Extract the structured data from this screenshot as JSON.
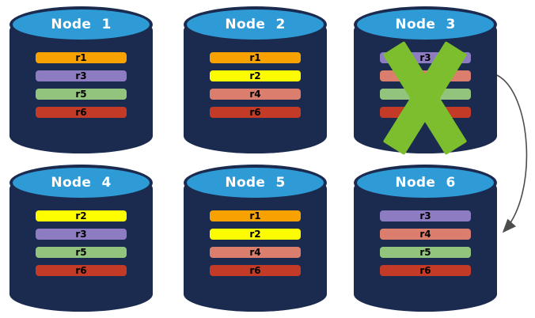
{
  "colors": {
    "background": "#ffffff",
    "cylinder_body": "#1b2a4f",
    "cylinder_top": "#2f9bd6",
    "node_title_text": "#ffffff",
    "replica_label_text": "#000000",
    "failure_x": "#7cbe2e",
    "arrow": "#4d4d4d"
  },
  "nodes": [
    {
      "title": "Node 1",
      "failed": false,
      "replicas": [
        {
          "label": "r1",
          "color": "#f8a202"
        },
        {
          "label": "r3",
          "color": "#8e7cc3"
        },
        {
          "label": "r5",
          "color": "#93c47d"
        },
        {
          "label": "r6",
          "color": "#c33b26"
        }
      ]
    },
    {
      "title": "Node 2",
      "failed": false,
      "replicas": [
        {
          "label": "r1",
          "color": "#f8a202"
        },
        {
          "label": "r2",
          "color": "#fdfd00"
        },
        {
          "label": "r4",
          "color": "#dc7e6d"
        },
        {
          "label": "r6",
          "color": "#c33b26"
        }
      ]
    },
    {
      "title": "Node 3",
      "failed": true,
      "replicas": [
        {
          "label": "r3",
          "color": "#8e7cc3"
        },
        {
          "label": "r4",
          "color": "#dc7e6d"
        },
        {
          "label": "r5",
          "color": "#93c47d"
        },
        {
          "label": "r6",
          "color": "#c33b26"
        }
      ]
    },
    {
      "title": "Node 4",
      "failed": false,
      "replicas": [
        {
          "label": "r2",
          "color": "#fdfd00"
        },
        {
          "label": "r3",
          "color": "#8e7cc3"
        },
        {
          "label": "r5",
          "color": "#93c47d"
        },
        {
          "label": "r6",
          "color": "#c33b26"
        }
      ]
    },
    {
      "title": "Node 5",
      "failed": false,
      "replicas": [
        {
          "label": "r1",
          "color": "#f8a202"
        },
        {
          "label": "r2",
          "color": "#fdfd00"
        },
        {
          "label": "r4",
          "color": "#dc7e6d"
        },
        {
          "label": "r6",
          "color": "#c33b26"
        }
      ]
    },
    {
      "title": "Node 6",
      "failed": false,
      "replicas": [
        {
          "label": "r3",
          "color": "#8e7cc3"
        },
        {
          "label": "r4",
          "color": "#dc7e6d"
        },
        {
          "label": "r5",
          "color": "#93c47d"
        },
        {
          "label": "r6",
          "color": "#c33b26"
        }
      ]
    }
  ],
  "arrow": {
    "from": "Node 3",
    "to": "Node 6"
  }
}
